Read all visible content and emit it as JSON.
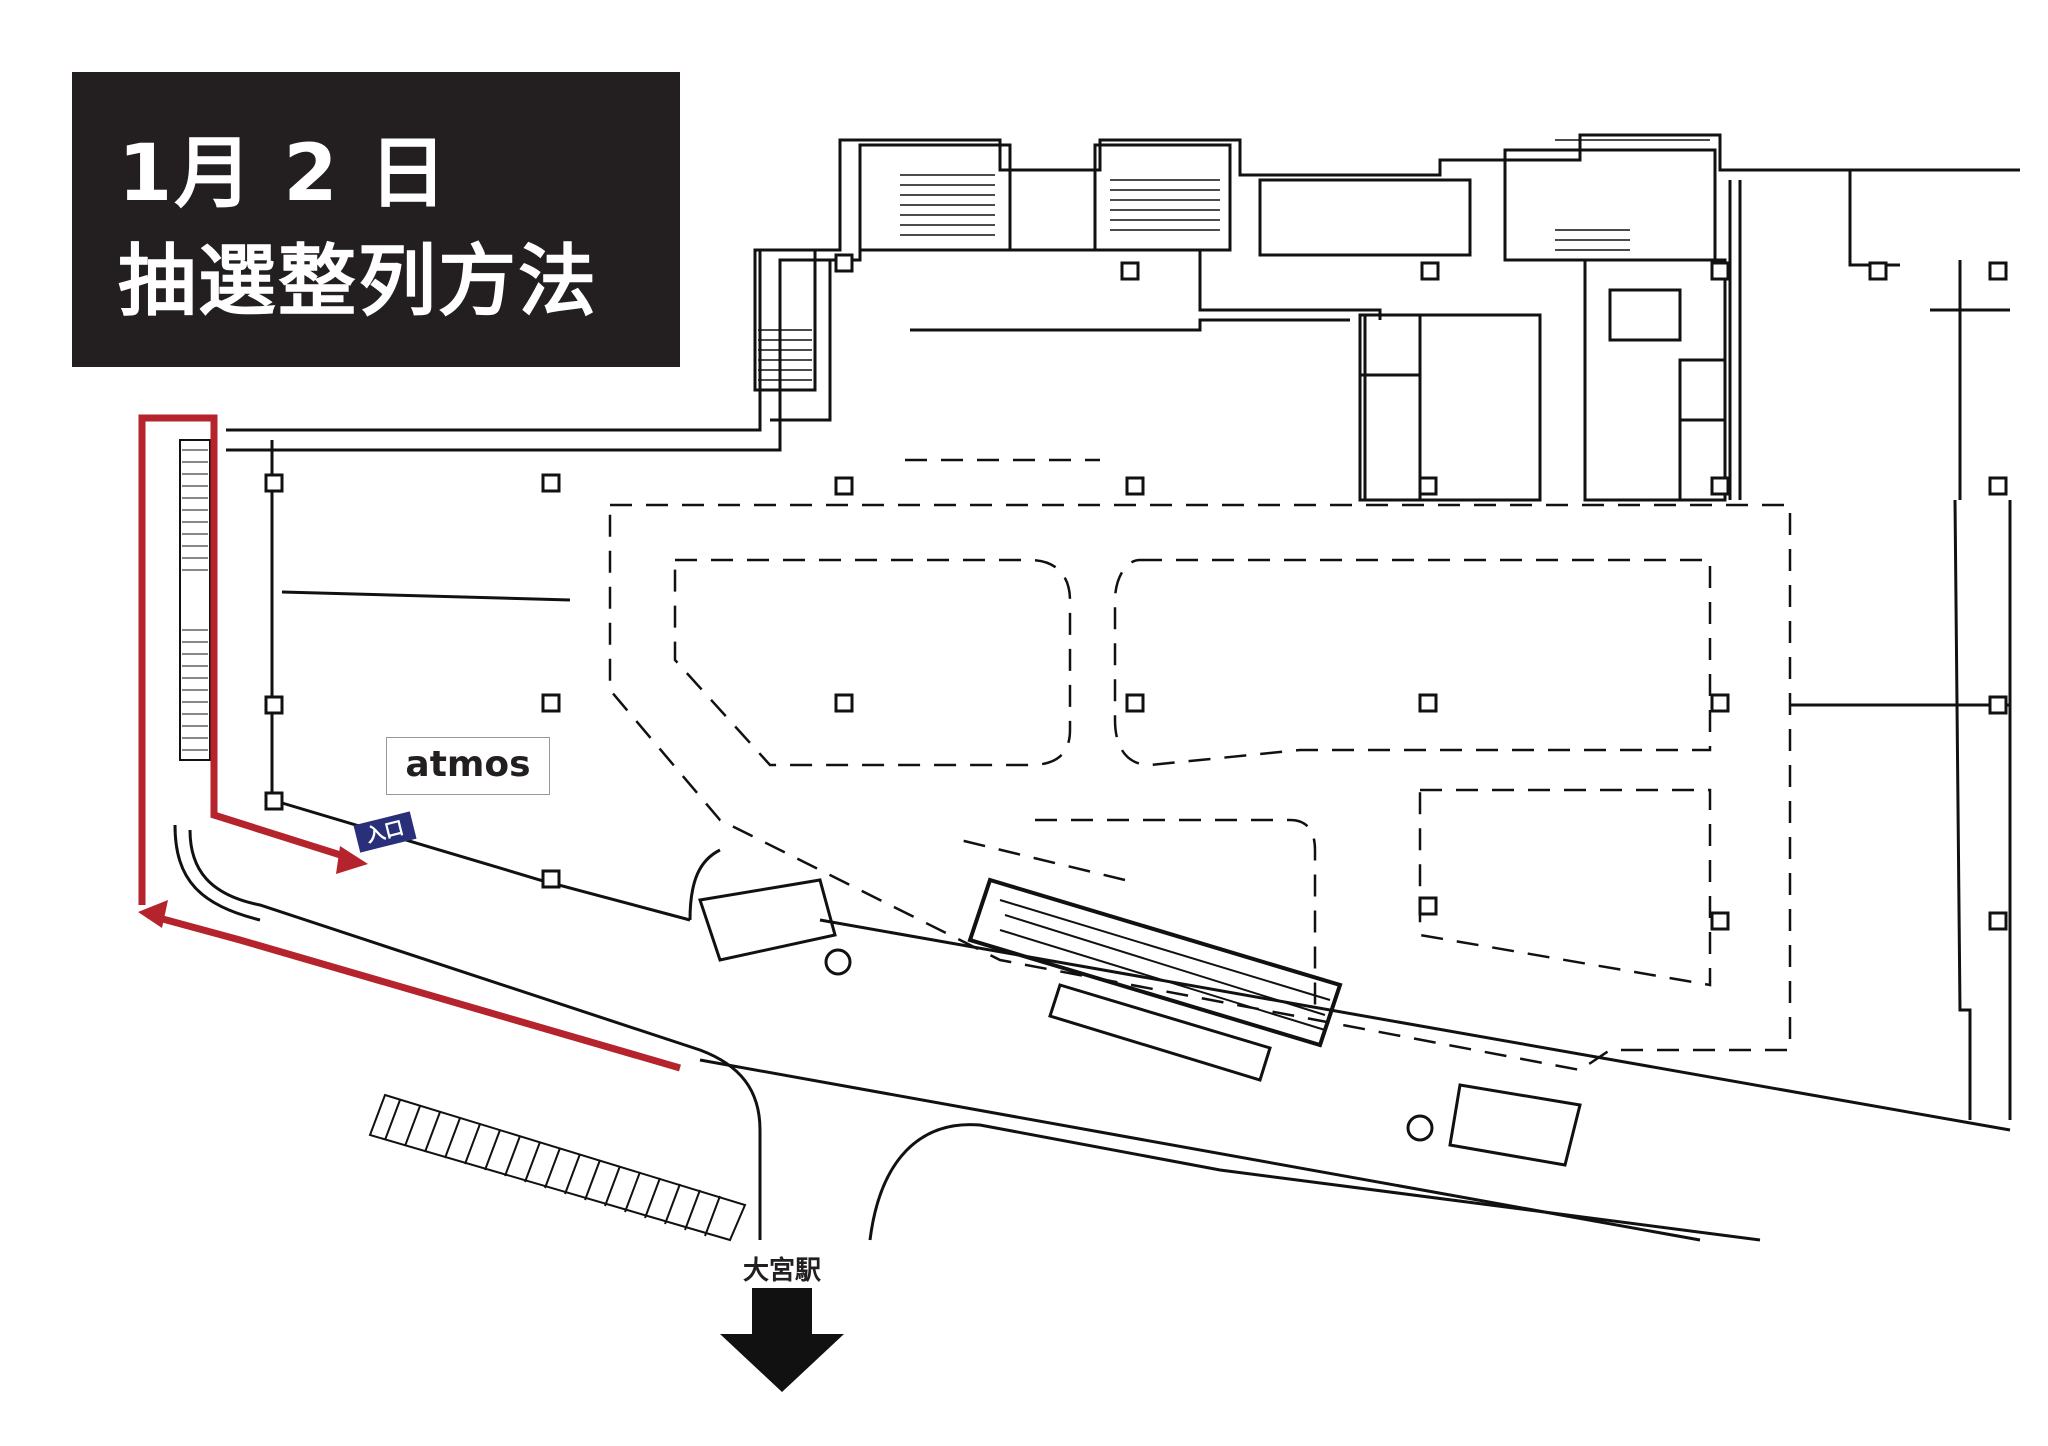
{
  "title": {
    "line1": "1月 2 日",
    "line2": "抽選整列方法"
  },
  "shop_label": "atmos",
  "entrance_label": "入口",
  "station_label": "大宮駅",
  "colors": {
    "title_background": "#231f20",
    "title_text": "#ffffff",
    "queue_route": "#b5232c",
    "entrance_tag": "#2a2f7a",
    "floor_plan_lines": "#111111",
    "direction_arrow": "#111111"
  },
  "icons": {
    "queue_route": "red-arrow-route",
    "station_direction": "down-arrow-icon"
  }
}
